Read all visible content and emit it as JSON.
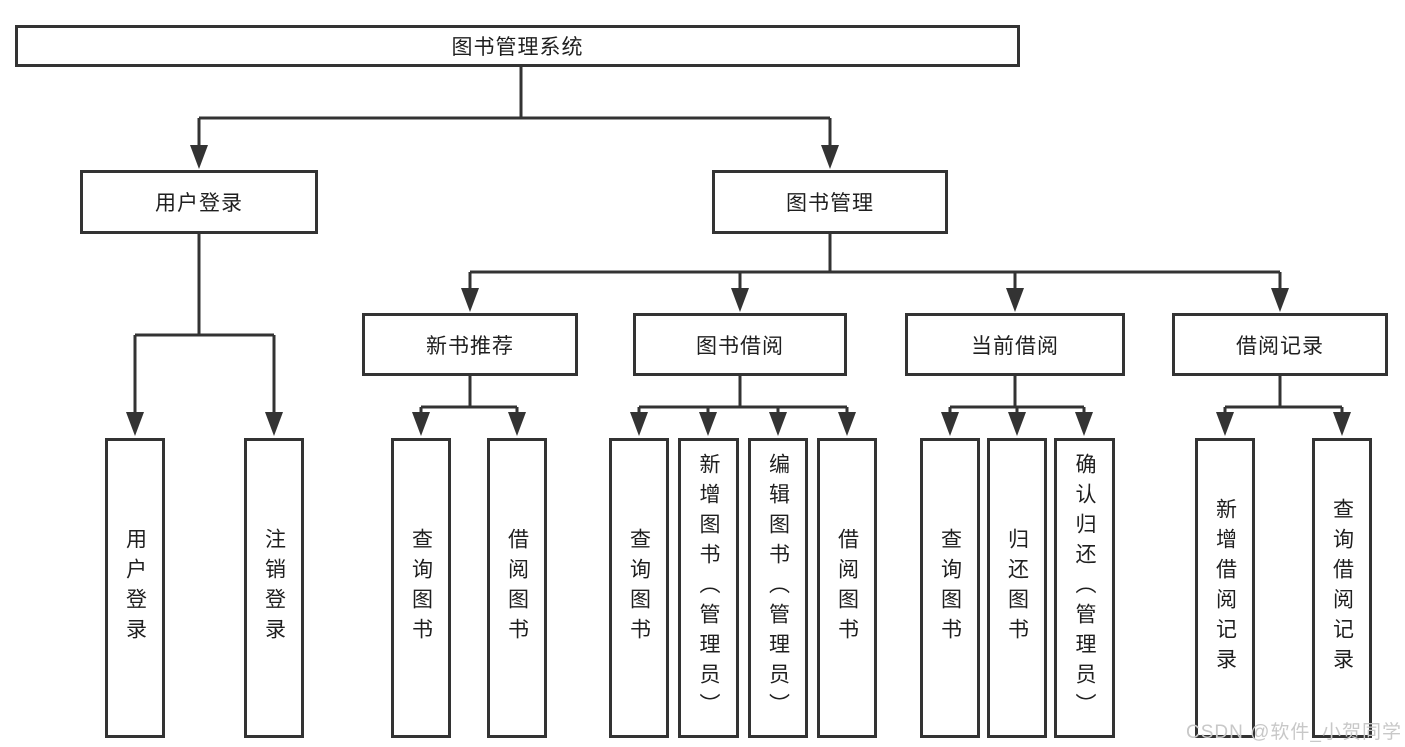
{
  "diagram": {
    "root": "图书管理系统",
    "user_branch": {
      "label": "用户登录",
      "children": [
        "用户登录",
        "注销登录"
      ]
    },
    "book_branch": {
      "label": "图书管理",
      "sections": [
        {
          "label": "新书推荐",
          "children": [
            "查询图书",
            "借阅图书"
          ]
        },
        {
          "label": "图书借阅",
          "children": [
            "查询图书",
            "新增图书（管理员）",
            "编辑图书（管理员）",
            "借阅图书"
          ]
        },
        {
          "label": "当前借阅",
          "children": [
            "查询图书",
            "归还图书",
            "确认归还（管理员）"
          ]
        },
        {
          "label": "借阅记录",
          "children": [
            "新增借阅记录",
            "查询借阅记录"
          ]
        }
      ]
    }
  },
  "watermark": "CSDN @软件_小贺同学",
  "colors": {
    "line": "#333333",
    "text": "#1f1f1f",
    "background": "#ffffff",
    "watermark": "#c8c8c8"
  }
}
